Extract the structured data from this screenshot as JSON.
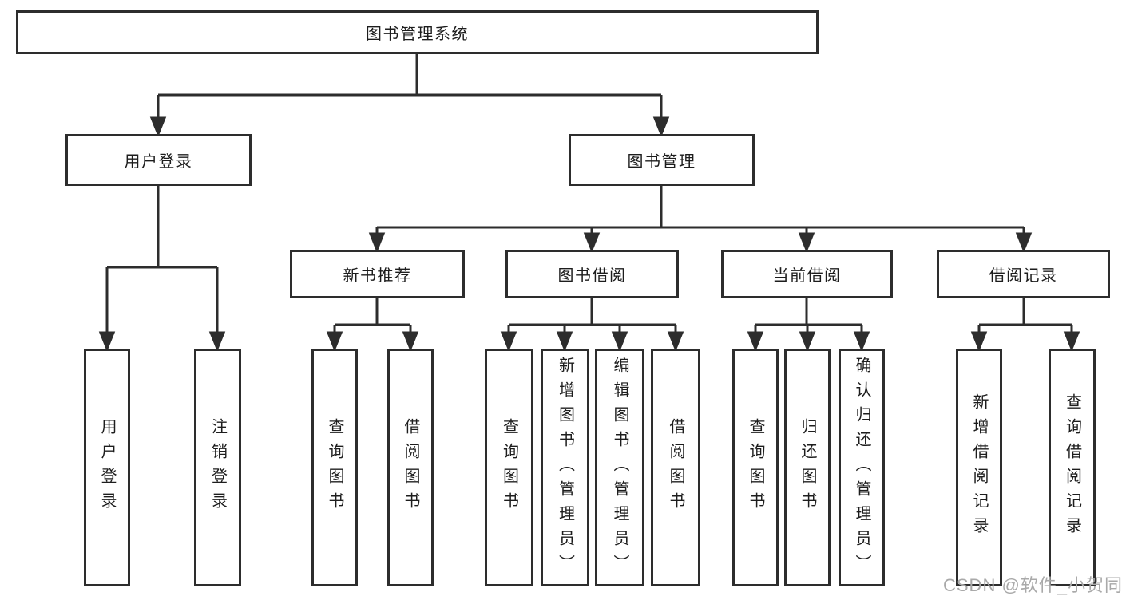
{
  "diagram": {
    "type": "hierarchy-tree",
    "root": {
      "label": "图书管理系统"
    },
    "branches": [
      {
        "label": "用户登录",
        "children": [
          {
            "label": "用户登录"
          },
          {
            "label": "注销登录"
          }
        ]
      },
      {
        "label": "图书管理",
        "children": [
          {
            "label": "新书推荐",
            "children": [
              {
                "label": "查询图书"
              },
              {
                "label": "借阅图书"
              }
            ]
          },
          {
            "label": "图书借阅",
            "children": [
              {
                "label": "查询图书"
              },
              {
                "label": "新增图书（管理员）"
              },
              {
                "label": "编辑图书（管理员）"
              },
              {
                "label": "借阅图书"
              }
            ]
          },
          {
            "label": "当前借阅",
            "children": [
              {
                "label": "查询图书"
              },
              {
                "label": "归还图书"
              },
              {
                "label": "确认归还（管理员）"
              }
            ]
          },
          {
            "label": "借阅记录",
            "children": [
              {
                "label": "新增借阅记录"
              },
              {
                "label": "查询借阅记录"
              }
            ]
          }
        ]
      }
    ]
  },
  "colors": {
    "line": "#2d2d2d",
    "text": "#1d1d1d",
    "watermark": "#a9a9a9",
    "background": "#ffffff"
  },
  "watermark": {
    "text": "CSDN @软件_小贺同学"
  }
}
